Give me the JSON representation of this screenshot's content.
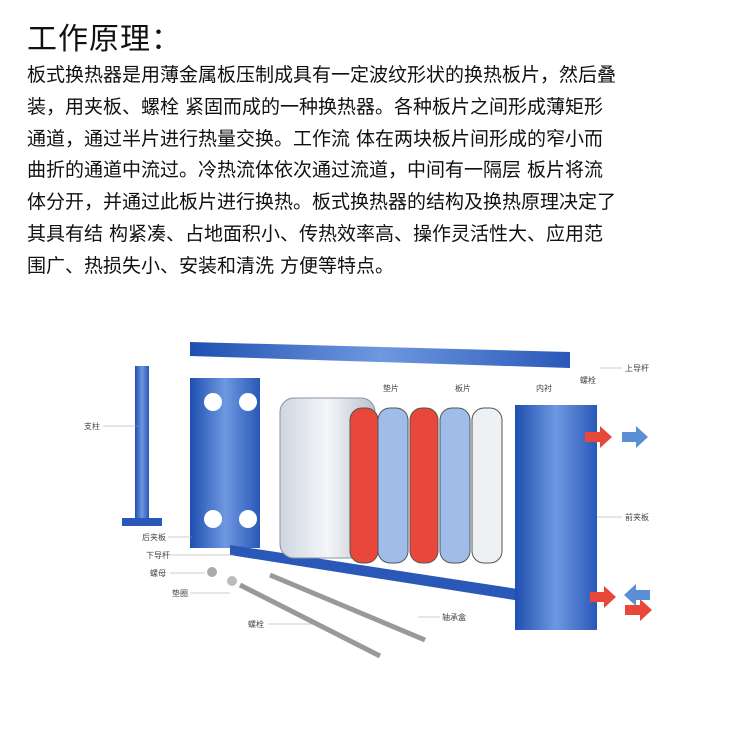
{
  "title": "工作原理：",
  "paragraph_lines": [
    "板式换热器是用薄金属板压制成具有一定波纹形状的换热板片，然后叠",
    "装，用夹板、螺栓 紧固而成的一种换热器。各种板片之间形成薄矩形",
    "通道，通过半片进行热量交换。工作流 体在两块板片间形成的窄小而",
    "曲折的通道中流过。冷热流体依次通过流道，中间有一隔层 板片将流",
    "体分开，并通过此板片进行换热。板式换热器的结构及换热原理决定了",
    "其具有结 构紧凑、占地面积小、传热效率高、操作灵活性大、应用范",
    "围广、热损失小、安装和清洗 方便等特点。"
  ],
  "diagram": {
    "labels": {
      "column": "支柱",
      "rear_plate": "后夹板",
      "lower_rod": "下导杆",
      "nut": "螺母",
      "washer": "垫圈",
      "bolt_bottom": "螺栓",
      "bearing_box": "轴承盒",
      "gasket": "垫片",
      "plate": "板片",
      "lining": "内衬",
      "bolt_top": "螺栓",
      "upper_rod": "上导杆",
      "front_plate": "前夹板"
    },
    "colors": {
      "frame": "#2f5fb8",
      "hot": "#e8473a",
      "cold": "#5a8fd6"
    }
  }
}
